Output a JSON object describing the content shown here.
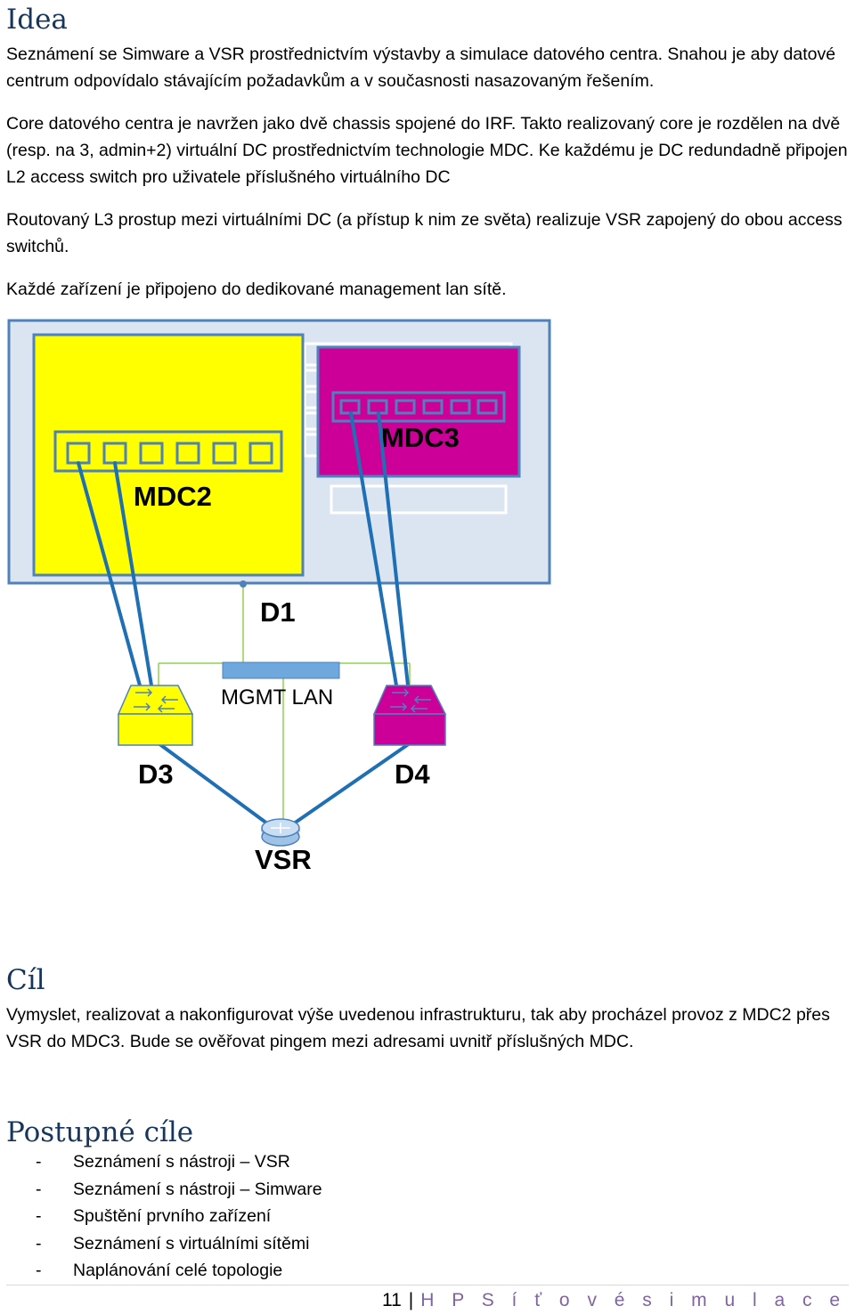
{
  "sections": {
    "idea": {
      "title": "Idea",
      "p1": "Seznámení se Simware a VSR prostřednictvím výstavby a simulace datového centra. Snahou je aby datové centrum odpovídalo stávajícím požadavkům a v současnosti nasazovaným řešením.",
      "p2": "Core datového centra je navržen jako dvě chassis spojené do IRF. Takto realizovaný core je rozdělen na dvě (resp. na 3, admin+2) virtuální DC prostřednictvím technologie MDC. Ke každému je DC redundadně připojen L2 access switch pro uživatele příslušného virtuálního DC",
      "p3": "Routovaný L3 prostup mezi virtuálními DC (a přístup k nim ze světa) realizuje VSR zapojený do obou access switchů.",
      "p4": "Každé zařízení je připojeno do dedikované management lan sítě."
    },
    "cil": {
      "title": "Cíl",
      "p1": "Vymyslet, realizovat a nakonfigurovat výše uvedenou infrastrukturu, tak aby procházel provoz z MDC2 přes VSR do MDC3. Bude se ověřovat pingem mezi adresami uvnitř příslušných MDC."
    },
    "postupne": {
      "title": "Postupné cíle",
      "items": [
        "Seznámení s nástroji – VSR",
        "Seznámení s nástroji – Simware",
        "Spuštění prvního zařízení",
        "Seznámení s virtuálními sítěmi",
        "Naplánování celé topologie"
      ]
    }
  },
  "diagram": {
    "labels": {
      "mdc2": "MDC2",
      "mdc3": "MDC3",
      "d1": "D1",
      "mgmt": "MGMT LAN",
      "d3": "D3",
      "d4": "D4",
      "vsr": "VSR"
    },
    "colors": {
      "chassis_bg": "#dbe5f1",
      "chassis_border": "#4f81bd",
      "mdc2": "#ffff00",
      "mdc3": "#cc0099",
      "links": "#1f6fb5",
      "mgmt_line": "#92d050"
    }
  },
  "footer": {
    "page": "11",
    "separator": "|",
    "title": "H P  S í ť o v é  s i m u l a c e"
  }
}
